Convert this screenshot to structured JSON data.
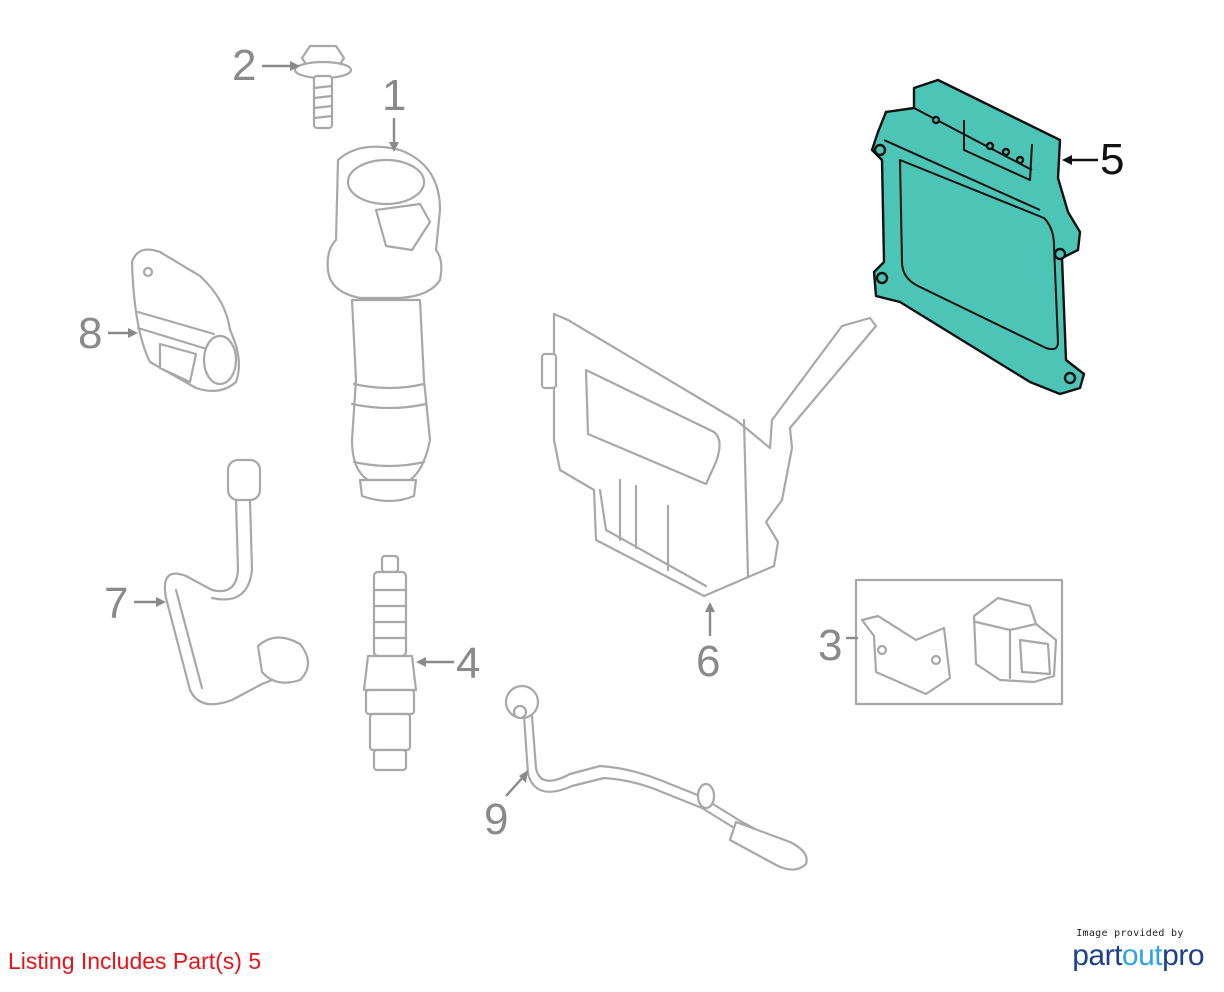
{
  "callouts": {
    "c1": "1",
    "c2": "2",
    "c3": "3",
    "c4": "4",
    "c5": "5",
    "c6": "6",
    "c7": "7",
    "c8": "8",
    "c9": "9"
  },
  "highlighted_part": "5",
  "caption": "Listing Includes Part(s) 5",
  "brand": {
    "provided_by": "Image provided by",
    "name_part1": "part",
    "name_part2": "out",
    "name_part3": "pro"
  },
  "colors": {
    "highlight_fill": "#4cc4b6",
    "outline": "#a8a8a8",
    "callout_text": "#8a8a8a",
    "caption_text": "#e8121b",
    "brand_dark": "#1c3f8f",
    "brand_light": "#2fa4de"
  }
}
